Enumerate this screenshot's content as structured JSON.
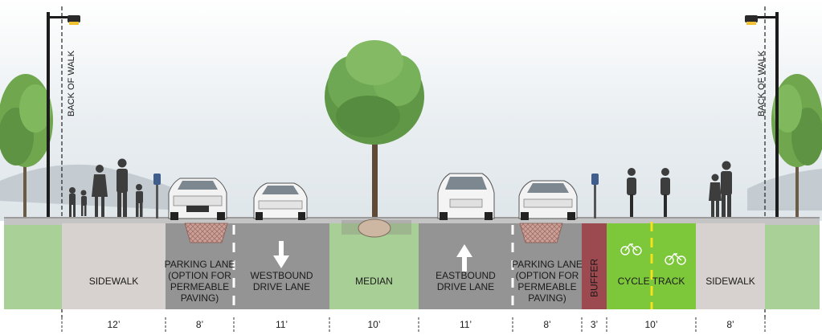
{
  "back_of_walk_left": "BACK OF WALK",
  "back_of_walk_right": "BACK OF WALK",
  "segments": [
    {
      "id": "sidewalk-left",
      "lines": [
        "SIDEWALK"
      ],
      "width_label": "12’",
      "color": "#d7d2cf"
    },
    {
      "id": "parking-lane-left",
      "lines": [
        "PARKING LANE",
        "(OPTION FOR",
        "PERMEABLE",
        "PAVING)"
      ],
      "width_label": "8’",
      "color": "#949494"
    },
    {
      "id": "westbound-drive-lane",
      "lines": [
        "WESTBOUND",
        "DRIVE LANE"
      ],
      "width_label": "11’",
      "color": "#949494"
    },
    {
      "id": "median",
      "lines": [
        "MEDIAN"
      ],
      "width_label": "10’",
      "color": "#a8cf95"
    },
    {
      "id": "eastbound-drive-lane",
      "lines": [
        "EASTBOUND",
        "DRIVE LANE"
      ],
      "width_label": "11’",
      "color": "#949494"
    },
    {
      "id": "parking-lane-right",
      "lines": [
        "PARKING LANE",
        "(OPTION FOR",
        "PERMEABLE",
        "PAVING)"
      ],
      "width_label": "8’",
      "color": "#949494"
    },
    {
      "id": "buffer",
      "lines": [
        "BUFFER"
      ],
      "width_label": "3’",
      "color": "#9c4a4f"
    },
    {
      "id": "cycle-track",
      "lines": [
        "CYCLE TRACK"
      ],
      "width_label": "10’",
      "color": "#7dc73a"
    },
    {
      "id": "sidewalk-right",
      "lines": [
        "SIDEWALK"
      ],
      "width_label": "8’",
      "color": "#d7d2cf"
    }
  ],
  "colors": {
    "sky": "#eef1f3",
    "grass": "#a9d096",
    "curb": "#b5b5b5",
    "stripe": "#ffffff",
    "cycle_divider": "#f4e21c"
  }
}
